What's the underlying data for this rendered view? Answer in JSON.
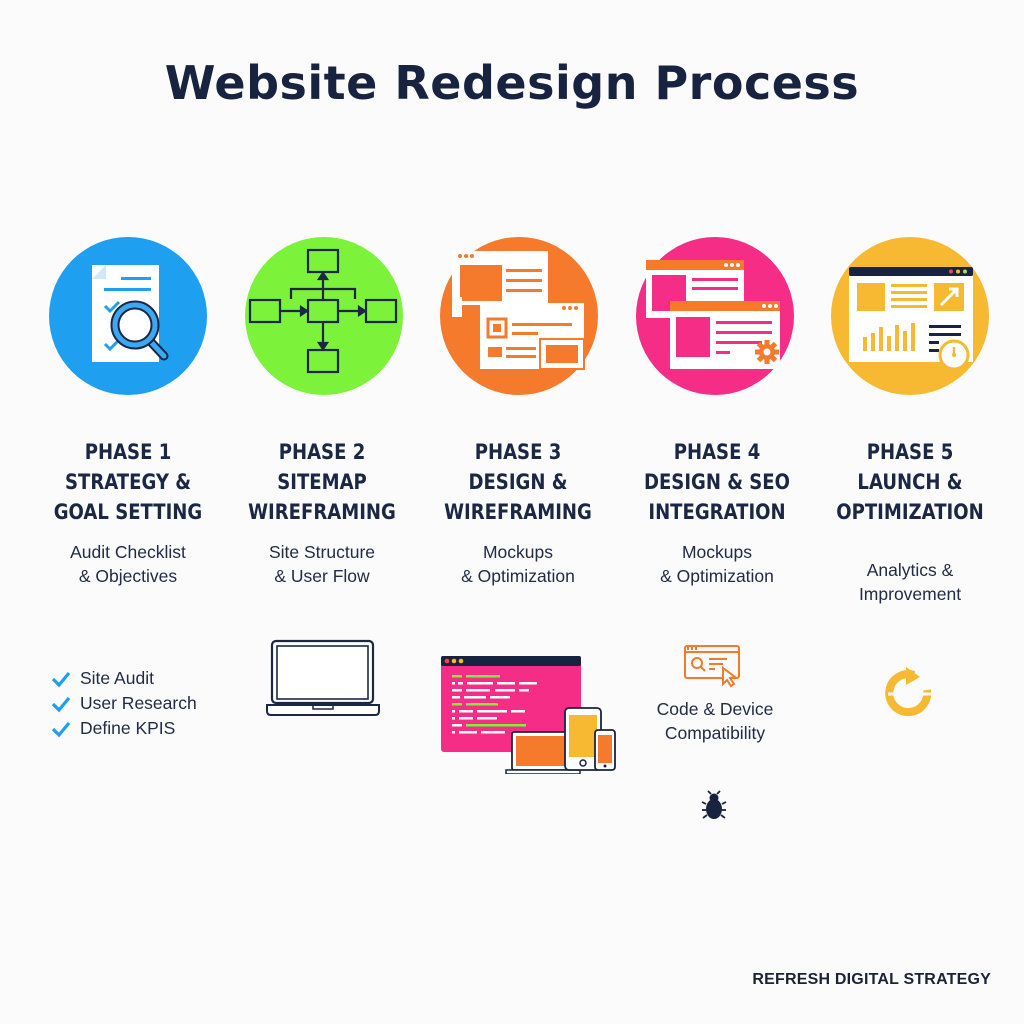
{
  "title": "Website Redesign Process",
  "colors": {
    "phase1": "#1e9ff0",
    "phase2": "#7cf23a",
    "phase3": "#f57a2b",
    "phase4": "#f52d86",
    "phase5": "#f8b932",
    "text": "#1b2744",
    "check": "#1e9ff0"
  },
  "phases": [
    {
      "number": "PHASE 1",
      "title_lines": [
        "STRATEGY &",
        "GOAL SETTING"
      ],
      "subtitle_lines": [
        "Audit Checklist",
        "& Objectives"
      ],
      "icon": "document-search-icon"
    },
    {
      "number": "PHASE 2",
      "title_lines": [
        "SITEMAP",
        "WIREFRAMING"
      ],
      "subtitle_lines": [
        "Site Structure",
        "& User Flow"
      ],
      "icon": "sitemap-flow-icon"
    },
    {
      "number": "PHASE 3",
      "title_lines": [
        "DESIGN &",
        "WIREFRAMING"
      ],
      "subtitle_lines": [
        "Mockups",
        "& Optimization"
      ],
      "icon": "layout-windows-icon"
    },
    {
      "number": "PHASE 4",
      "title_lines": [
        "DESIGN & SEO",
        "INTEGRATION"
      ],
      "subtitle_lines": [
        "Mockups",
        "& Optimization"
      ],
      "icon": "browser-windows-gear-icon"
    },
    {
      "number": "PHASE 5",
      "title_lines": [
        "LAUNCH &",
        "OPTIMIZATION"
      ],
      "subtitle_lines": [
        "Analytics &",
        "Improvement"
      ],
      "icon": "analytics-dashboard-icon"
    }
  ],
  "checklist": [
    "Site Audit",
    "User Research",
    "Define KPIS"
  ],
  "extras": {
    "laptop_icon": "laptop-icon",
    "code_devices_icon": "code-responsive-devices-icon",
    "browser_search_icon": "browser-search-cursor-icon",
    "compat_caption_lines": [
      "Code & Device",
      "Compatibility"
    ],
    "bug_icon": "bug-icon",
    "refresh_icon": "refresh-cycle-icon"
  },
  "footer": "REFRESH DIGITAL STRATEGY"
}
